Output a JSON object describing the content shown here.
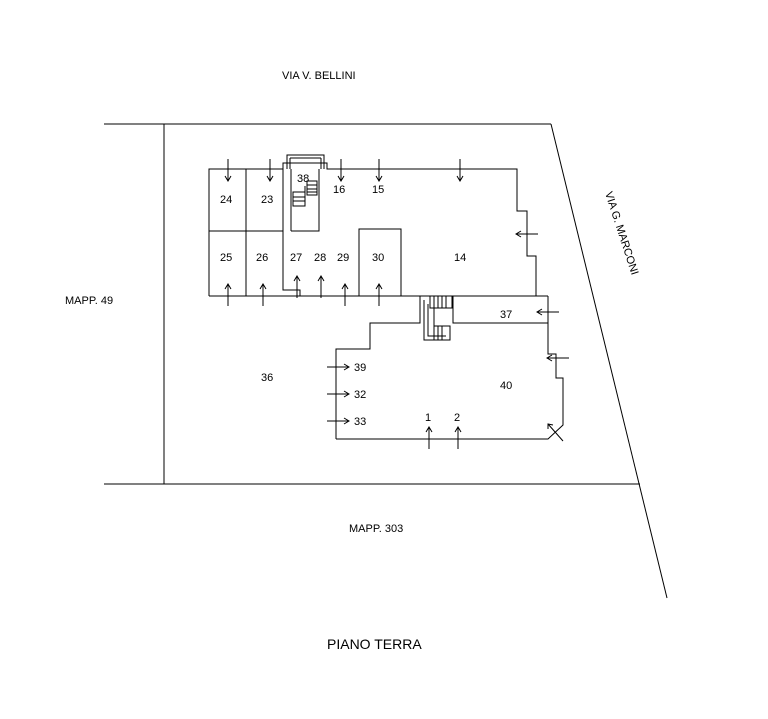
{
  "streets": {
    "top": "VIA V. BELLINI",
    "right": "VIA G. MARCONI"
  },
  "parcels": {
    "left": "MAPP. 49",
    "bottom": "MAPP. 303"
  },
  "rooms": {
    "r1": "1",
    "r2": "2",
    "r14": "14",
    "r15": "15",
    "r16": "16",
    "r23": "23",
    "r24": "24",
    "r25": "25",
    "r26": "26",
    "r27": "27",
    "r28": "28",
    "r29": "29",
    "r30": "30",
    "r32": "32",
    "r33": "33",
    "r36": "36",
    "r37": "37",
    "r38": "38",
    "r39": "39",
    "r40": "40"
  },
  "title": "PIANO TERRA"
}
